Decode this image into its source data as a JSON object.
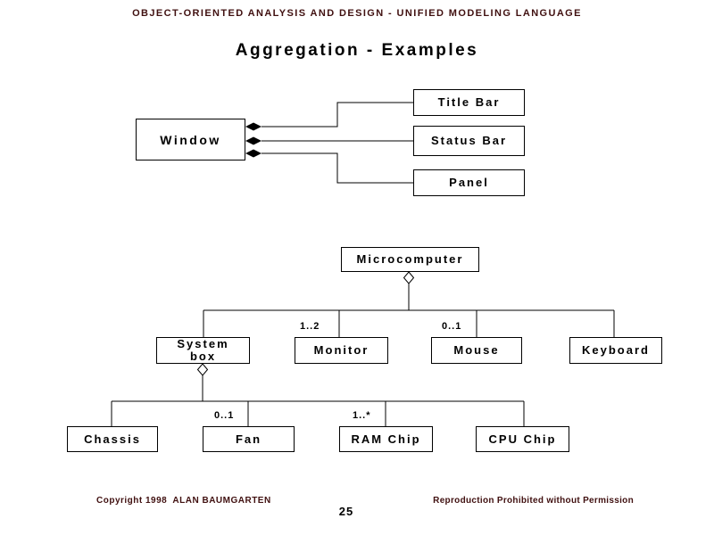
{
  "slide": {
    "header": "OBJECT-ORIENTED ANALYSIS AND DESIGN - UNIFIED MODELING LANGUAGE",
    "title": "Aggregation - Examples",
    "page_number": "25",
    "footer_left": "Copyright 1998  ALAN BAUMGARTEN",
    "footer_right": "Reproduction Prohibited without Permission"
  },
  "colors": {
    "header_footer_text": "#401010",
    "title_text": "#000000",
    "diagram_line": "#000000",
    "background": "#ffffff"
  },
  "diagram1": {
    "type": "uml-aggregation",
    "diamond_style": "filled",
    "whole": {
      "label": "Window"
    },
    "parts": [
      {
        "label": "Title Bar"
      },
      {
        "label": "Status Bar"
      },
      {
        "label": "Panel"
      }
    ]
  },
  "diagram2": {
    "type": "uml-aggregation-tree",
    "diamond_style": "hollow",
    "root": {
      "label": "Microcomputer"
    },
    "level1": [
      {
        "label": "System box",
        "multiplicity": ""
      },
      {
        "label": "Monitor",
        "multiplicity": "1..2"
      },
      {
        "label": "Mouse",
        "multiplicity": "0..1"
      },
      {
        "label": "Keyboard",
        "multiplicity": ""
      }
    ],
    "level2_parent": "System box",
    "level2": [
      {
        "label": "Chassis",
        "multiplicity": ""
      },
      {
        "label": "Fan",
        "multiplicity": "0..1"
      },
      {
        "label": "RAM Chip",
        "multiplicity": "1..*"
      },
      {
        "label": "CPU Chip",
        "multiplicity": ""
      }
    ]
  }
}
